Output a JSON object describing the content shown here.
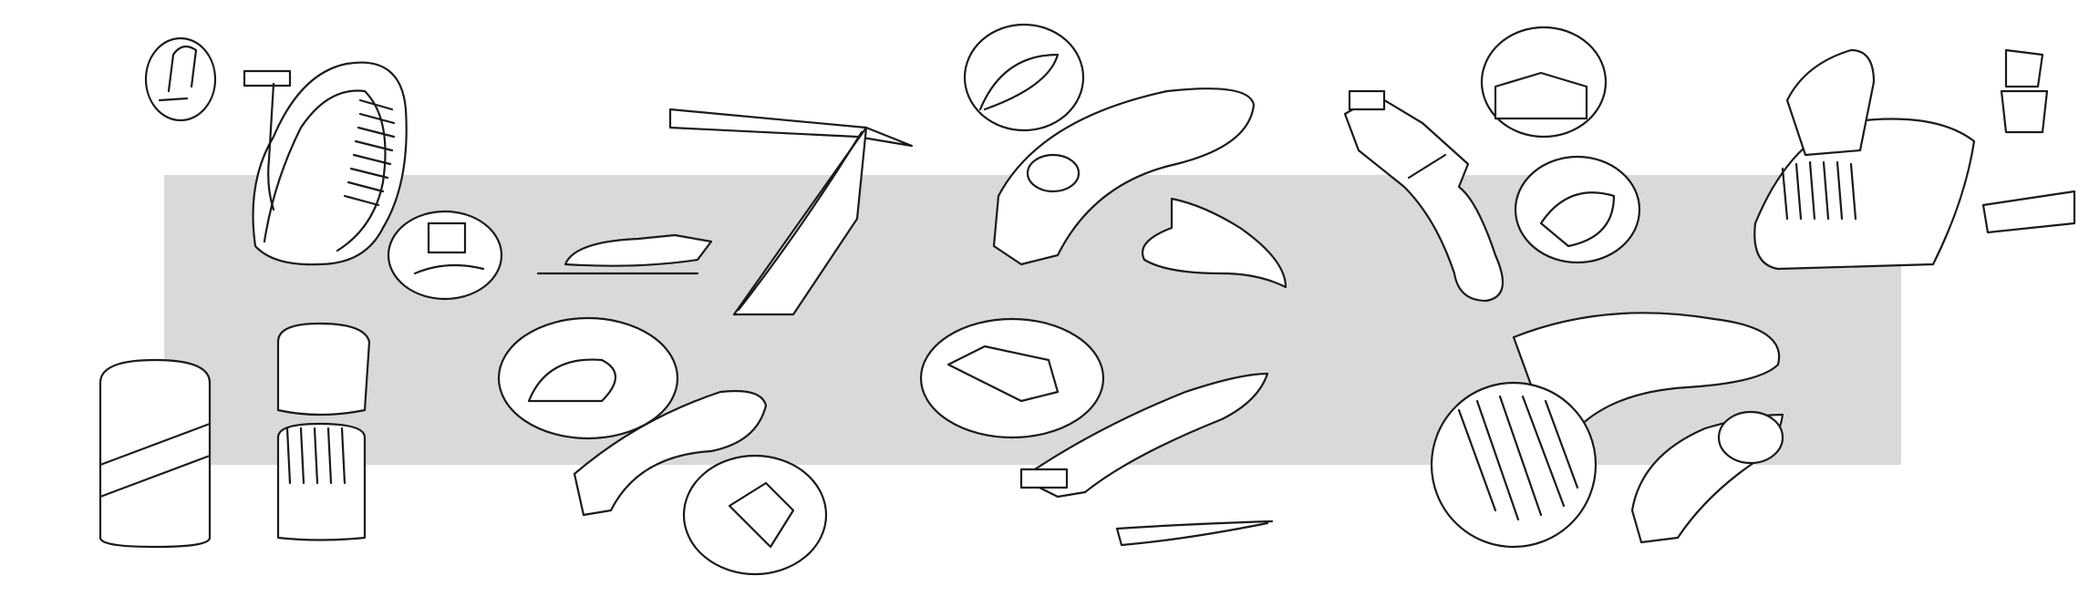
{
  "sheet": {
    "background_color": "#ffffff",
    "panel_color": "#d9d9d9",
    "ink_color": "#1a1a1a"
  },
  "sketches": [
    "razor-with-stand-sketch",
    "straight-razor-sketch",
    "ergonomic-handle-razor-sketch",
    "shaving-brush-trimmer-sketch",
    "brush-in-bowl-sketch",
    "capsule-razor-sketch",
    "curved-blade-razor-sketch",
    "cartridge-razor-sketch",
    "large-brush-handle-sketch"
  ]
}
